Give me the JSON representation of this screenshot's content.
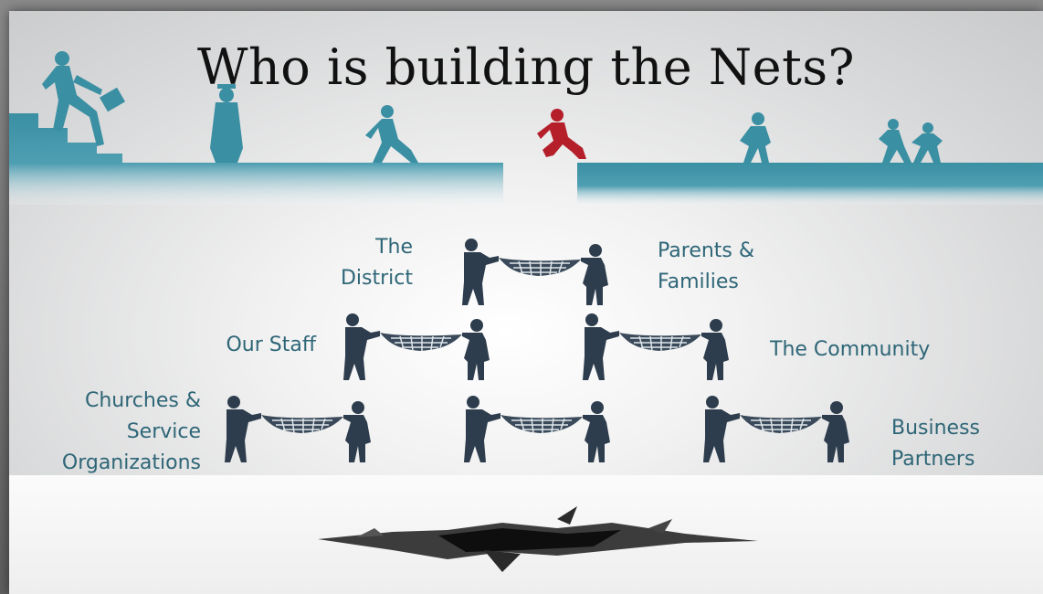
{
  "title": "Who is building the Nets?",
  "colors": {
    "accent": "#3a8fa3",
    "figure": "#2e3d4d",
    "highlight": "#b41f2a",
    "label": "#2e6677"
  },
  "nets": [
    {
      "label": "The\nDistrict"
    },
    {
      "label": "Parents &\nFamilies"
    },
    {
      "label": "Our Staff"
    },
    {
      "label": "The Community"
    },
    {
      "label": "Churches &\nService\nOrganizations"
    },
    {
      "label": "Business\nPartners"
    }
  ]
}
